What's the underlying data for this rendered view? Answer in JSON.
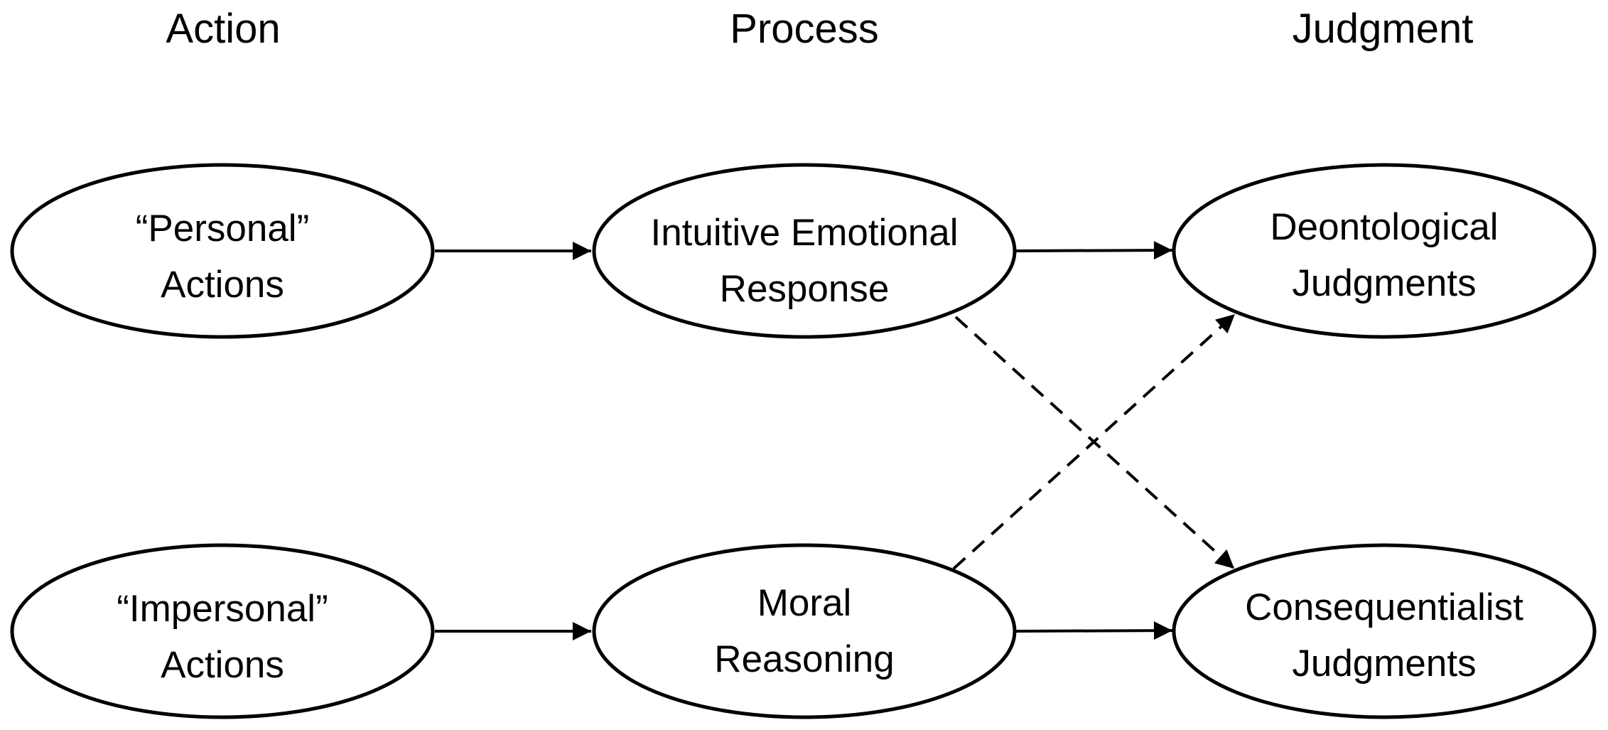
{
  "headers": {
    "action": "Action",
    "process": "Process",
    "judgment": "Judgment"
  },
  "nodes": {
    "personal_actions": {
      "line1": "“Personal”",
      "line2": "Actions"
    },
    "impersonal_actions": {
      "line1": "“Impersonal”",
      "line2": "Actions"
    },
    "intuitive_emotional_response": {
      "line1": "Intuitive Emotional",
      "line2": "Response"
    },
    "moral_reasoning": {
      "line1": "Moral",
      "line2": "Reasoning"
    },
    "deontological_judgments": {
      "line1": "Deontological",
      "line2": "Judgments"
    },
    "consequentialist_judgments": {
      "line1": "Consequentialist",
      "line2": "Judgments"
    }
  },
  "edges": [
    {
      "from": "personal_actions",
      "to": "intuitive_emotional_response",
      "style": "solid"
    },
    {
      "from": "impersonal_actions",
      "to": "moral_reasoning",
      "style": "solid"
    },
    {
      "from": "intuitive_emotional_response",
      "to": "deontological_judgments",
      "style": "solid"
    },
    {
      "from": "moral_reasoning",
      "to": "consequentialist_judgments",
      "style": "solid"
    },
    {
      "from": "intuitive_emotional_response",
      "to": "consequentialist_judgments",
      "style": "dashed"
    },
    {
      "from": "moral_reasoning",
      "to": "deontological_judgments",
      "style": "dashed"
    }
  ]
}
